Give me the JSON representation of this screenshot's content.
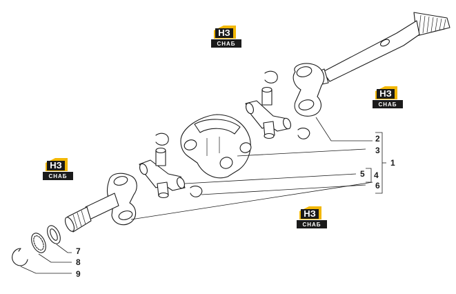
{
  "diagram": {
    "callouts": [
      "1",
      "2",
      "3",
      "4",
      "5",
      "6",
      "7",
      "8",
      "9"
    ]
  },
  "watermark": {
    "logo_letters": "НЗ",
    "logo_text": "СНАБ",
    "colors": {
      "badge": "#f2b705",
      "panel": "#1a1a1a",
      "text": "#ffffff"
    }
  },
  "colors": {
    "line": "#1a1a1a",
    "background": "#ffffff"
  }
}
